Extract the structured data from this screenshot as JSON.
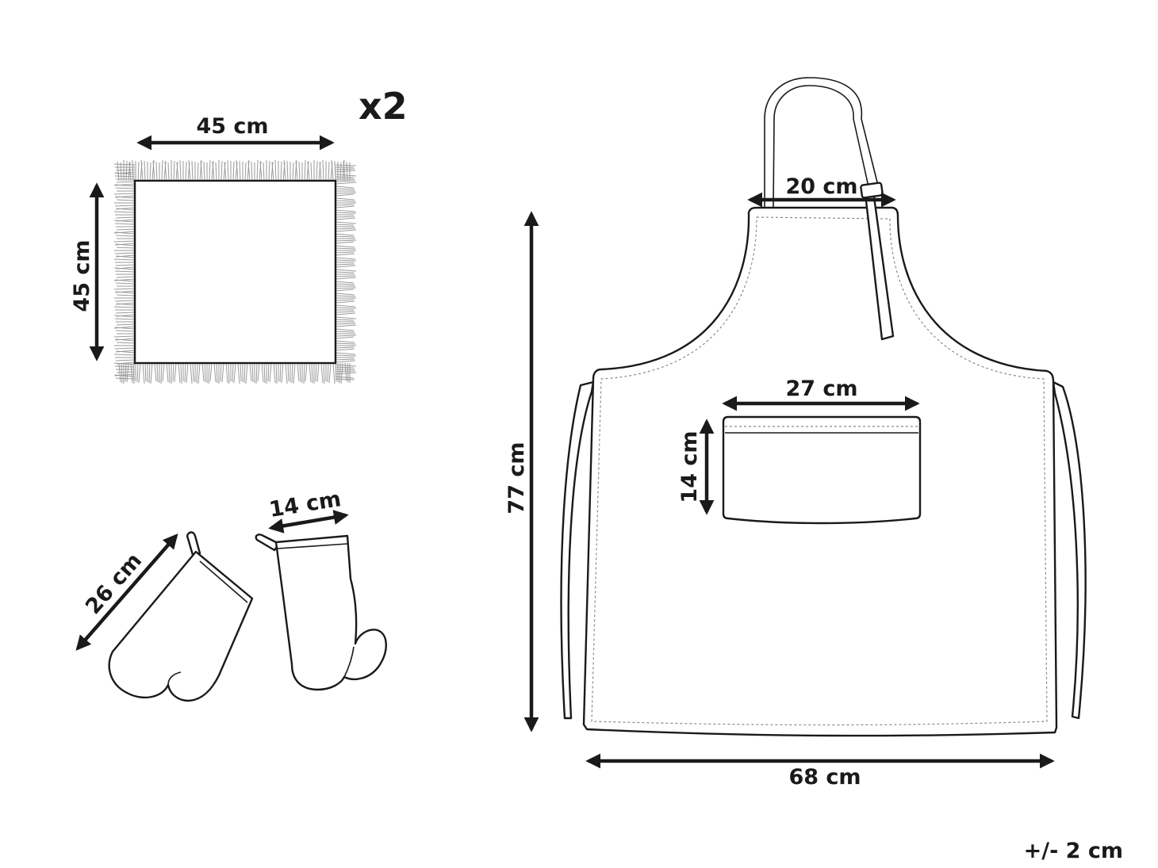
{
  "napkin": {
    "quantity_label": "x2",
    "width_label": "45 cm",
    "height_label": "45 cm"
  },
  "oven_mitts": {
    "length_label": "26 cm",
    "width_label": "14 cm"
  },
  "apron": {
    "neck_width_label": "20 cm",
    "height_label": "77 cm",
    "width_label": "68 cm",
    "pocket_width_label": "27 cm",
    "pocket_height_label": "14 cm"
  },
  "tolerance_label": "+/- 2 cm"
}
